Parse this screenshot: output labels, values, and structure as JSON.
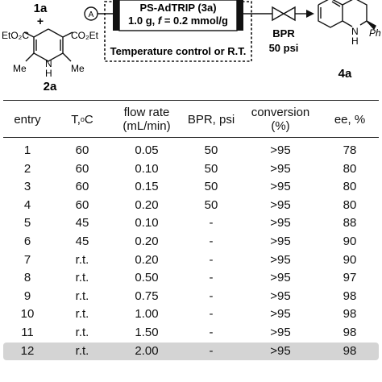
{
  "scheme": {
    "reagent_top": "1a",
    "plus": "+",
    "ester_left": "EtO₂C",
    "ester_right": "CO₂Et",
    "nh": "N",
    "h": "H",
    "me_left": "Me",
    "me_right": "Me",
    "reagent_bottom": "2a",
    "pump": "A",
    "column_line1": "PS-AdTRIP (3a)",
    "column_line2_prefix": "1.0 g, ",
    "column_line2_f": "f",
    "column_line2_suffix": " = 0.2 mmol/g",
    "temperature": "Temperature control or R.T.",
    "bpr": "BPR",
    "bpr_pressure": "50 psi",
    "product_nh": "N",
    "product_h": "H",
    "product_ph": "Ph",
    "product_label": "4a"
  },
  "table": {
    "headers": {
      "entry": "entry",
      "temp": "T, ",
      "temp_sup": "o",
      "temp_unit": "C",
      "flow1": "flow rate",
      "flow2": "(mL/min)",
      "bpr": "BPR, psi",
      "conv1": "conversion",
      "conv2": "(%)",
      "ee": "ee, %"
    },
    "rows": [
      {
        "entry": "1",
        "t": "60",
        "flow": "0.05",
        "bpr": "50",
        "conv": ">95",
        "ee": "78"
      },
      {
        "entry": "2",
        "t": "60",
        "flow": "0.10",
        "bpr": "50",
        "conv": ">95",
        "ee": "80"
      },
      {
        "entry": "3",
        "t": "60",
        "flow": "0.15",
        "bpr": "50",
        "conv": ">95",
        "ee": "80"
      },
      {
        "entry": "4",
        "t": "60",
        "flow": "0.20",
        "bpr": "50",
        "conv": ">95",
        "ee": "80"
      },
      {
        "entry": "5",
        "t": "45",
        "flow": "0.10",
        "bpr": "-",
        "conv": ">95",
        "ee": "88"
      },
      {
        "entry": "6",
        "t": "45",
        "flow": "0.20",
        "bpr": "-",
        "conv": ">95",
        "ee": "90"
      },
      {
        "entry": "7",
        "t": "r.t.",
        "flow": "0.20",
        "bpr": "-",
        "conv": ">95",
        "ee": "90"
      },
      {
        "entry": "8",
        "t": "r.t.",
        "flow": "0.50",
        "bpr": "-",
        "conv": ">95",
        "ee": "97"
      },
      {
        "entry": "9",
        "t": "r.t.",
        "flow": "0.75",
        "bpr": "-",
        "conv": ">95",
        "ee": "98"
      },
      {
        "entry": "10",
        "t": "r.t.",
        "flow": "1.00",
        "bpr": "-",
        "conv": ">95",
        "ee": "98"
      },
      {
        "entry": "11",
        "t": "r.t.",
        "flow": "1.50",
        "bpr": "-",
        "conv": ">95",
        "ee": "98"
      },
      {
        "entry": "12",
        "t": "r.t.",
        "flow": "2.00",
        "bpr": "-",
        "conv": ">95",
        "ee": "98"
      }
    ],
    "highlight_color": "#d4d4d4"
  }
}
